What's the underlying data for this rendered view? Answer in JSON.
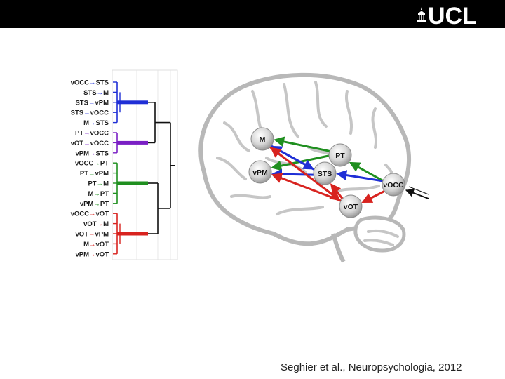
{
  "header": {
    "logo_text": "UCL"
  },
  "dendrogram": {
    "labels": [
      {
        "from": "vOCC",
        "to": "STS",
        "cluster": "blue"
      },
      {
        "from": "STS",
        "to": "M",
        "cluster": "blue"
      },
      {
        "from": "STS",
        "to": "vPM",
        "cluster": "blue"
      },
      {
        "from": "STS",
        "to": "vOCC",
        "cluster": "blue"
      },
      {
        "from": "M",
        "to": "STS",
        "cluster": "blue"
      },
      {
        "from": "PT",
        "to": "vOCC",
        "cluster": "purple"
      },
      {
        "from": "vOT",
        "to": "vOCC",
        "cluster": "purple"
      },
      {
        "from": "vPM",
        "to": "STS",
        "cluster": "purple"
      },
      {
        "from": "vOCC",
        "to": "PT",
        "cluster": "green"
      },
      {
        "from": "PT",
        "to": "vPM",
        "cluster": "green"
      },
      {
        "from": "PT",
        "to": "M",
        "cluster": "green"
      },
      {
        "from": "M",
        "to": "PT",
        "cluster": "green"
      },
      {
        "from": "vPM",
        "to": "PT",
        "cluster": "green"
      },
      {
        "from": "vOCC",
        "to": "vOT",
        "cluster": "red"
      },
      {
        "from": "vOT",
        "to": "M",
        "cluster": "red"
      },
      {
        "from": "vOT",
        "to": "vPM",
        "cluster": "red"
      },
      {
        "from": "M",
        "to": "vOT",
        "cluster": "red"
      },
      {
        "from": "vPM",
        "to": "vOT",
        "cluster": "red"
      }
    ]
  },
  "brain": {
    "nodes": [
      {
        "id": "M",
        "label": "M"
      },
      {
        "id": "PT",
        "label": "PT"
      },
      {
        "id": "vPM",
        "label": "vPM"
      },
      {
        "id": "STS",
        "label": "STS"
      },
      {
        "id": "vOCC",
        "label": "vOCC"
      },
      {
        "id": "vOT",
        "label": "vOT"
      }
    ]
  },
  "colors": {
    "blue": "#1f2fd6",
    "purple": "#7a1fc4",
    "green": "#1f8f1f",
    "red": "#d8231f"
  },
  "footer": {
    "citation": "Seghier et al., Neuropsychologia, 2012"
  }
}
